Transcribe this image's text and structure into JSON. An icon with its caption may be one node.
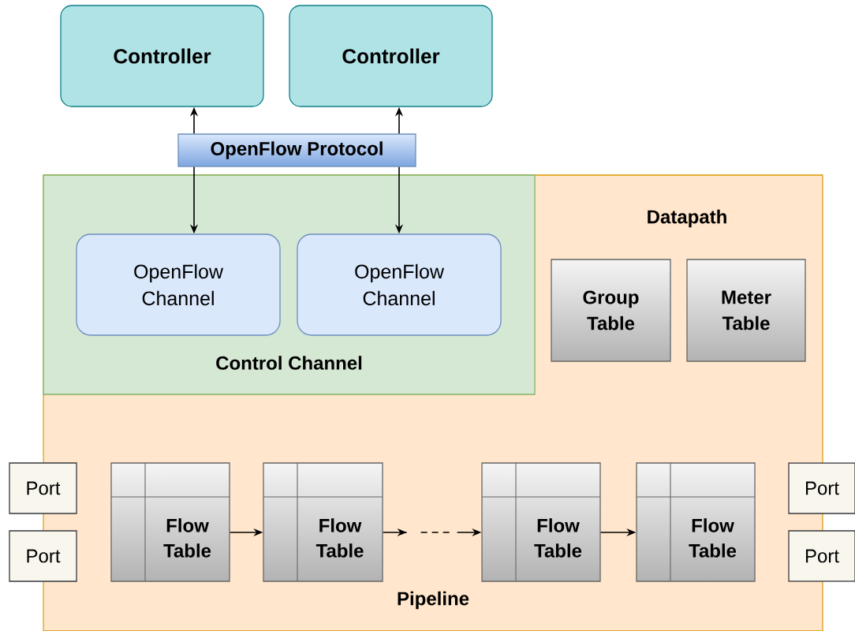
{
  "diagram": {
    "nodes": [
      {
        "text": [
          "Controller"
        ]
      },
      {
        "text": [
          "Controller"
        ]
      },
      {
        "text": [
          "OpenFlow Protocol"
        ]
      },
      {
        "text": [
          "Datapath",
          "Pipeline"
        ]
      },
      {
        "text": [
          "Control Channel"
        ],
        "in": 3
      },
      {
        "text": [
          "OpenFlow Channel"
        ],
        "in": 4
      },
      {
        "text": [
          "OpenFlow Channel"
        ],
        "in": 4
      },
      {
        "text": [
          "Group Table"
        ],
        "in": 3
      },
      {
        "text": [
          "Meter Table"
        ],
        "in": 3
      },
      {
        "text": [
          "Port"
        ]
      },
      {
        "text": [
          "Port"
        ]
      },
      {
        "text": [
          "Flow Table"
        ],
        "in": 3
      },
      {
        "text": [
          "Flow Table"
        ],
        "in": 3
      },
      {
        "text": [
          "Flow Table"
        ],
        "in": 3
      },
      {
        "text": [
          "Flow Table"
        ],
        "in": 3
      },
      {
        "text": [
          "Port"
        ]
      },
      {
        "text": [
          "Port"
        ]
      }
    ],
    "edges": [
      {
        "from": 2,
        "to": 0,
        "arrow": "to"
      },
      {
        "from": 2,
        "to": 1,
        "arrow": "to"
      },
      {
        "from": 2,
        "to": 5,
        "arrow": "to"
      },
      {
        "from": 2,
        "to": 6,
        "arrow": "to"
      },
      {
        "from": 11,
        "to": 12,
        "arrow": "to"
      },
      {
        "from": 12,
        "to": 13,
        "arrow": "to",
        "style": "dashed"
      },
      {
        "from": 13,
        "to": 14,
        "arrow": "to"
      }
    ]
  }
}
